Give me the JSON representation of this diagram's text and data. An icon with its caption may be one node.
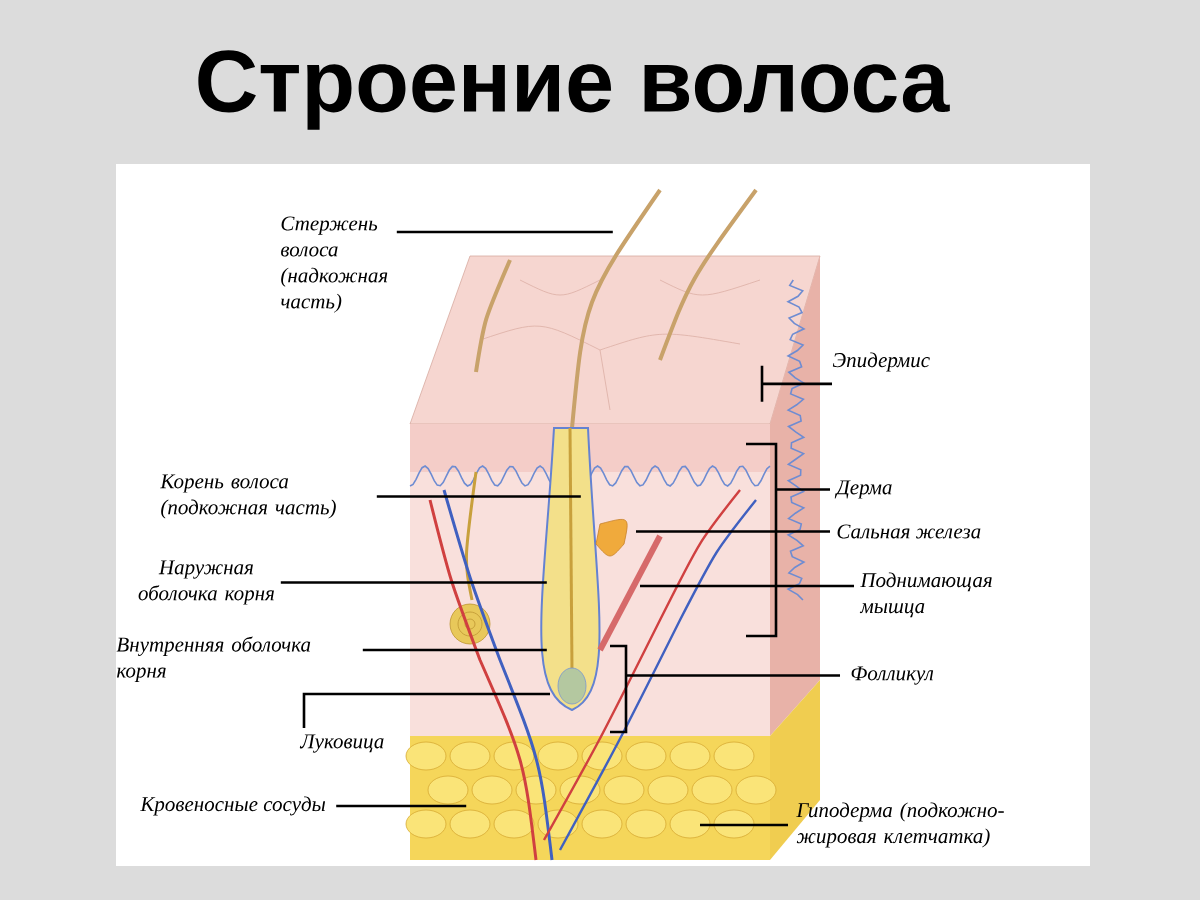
{
  "diagram": {
    "title": "Строение волоса",
    "nodes": [
      {
        "text": [
          "Стержень волоса (надкожная часть)"
        ]
      },
      {
        "text": [
          "Корень волоса (подкожная часть)"
        ]
      },
      {
        "text": [
          "Наружная оболочка корня"
        ]
      },
      {
        "text": [
          "Внутренняя оболочка корня"
        ]
      },
      {
        "text": [
          "Луковица"
        ]
      },
      {
        "text": [
          "Кровеносные сосуды"
        ]
      },
      {
        "text": [
          "Эпидермис"
        ]
      },
      {
        "text": [
          "Дерма"
        ]
      },
      {
        "text": [
          "Сальная железа"
        ]
      },
      {
        "text": [
          "Поднимающая мышца"
        ]
      },
      {
        "text": [
          "Фолликул"
        ]
      },
      {
        "text": [
          "Гиподерма (подкожно-жировая клетчатка)"
        ]
      }
    ],
    "edges": [
      {
        "from": 0,
        "to": null,
        "arrow": "none"
      },
      {
        "from": 1,
        "to": null,
        "arrow": "none"
      },
      {
        "from": 2,
        "to": null,
        "arrow": "none"
      },
      {
        "from": 3,
        "to": null,
        "arrow": "none"
      },
      {
        "from": 4,
        "to": null,
        "arrow": "none"
      },
      {
        "from": 5,
        "to": null,
        "arrow": "none"
      },
      {
        "from": 6,
        "to": null,
        "arrow": "none"
      },
      {
        "from": 7,
        "to": null,
        "arrow": "none"
      },
      {
        "from": 8,
        "to": null,
        "arrow": "none"
      },
      {
        "from": 9,
        "to": null,
        "arrow": "none"
      },
      {
        "from": 10,
        "to": null,
        "arrow": "none"
      },
      {
        "from": 11,
        "to": null,
        "arrow": "none"
      }
    ]
  }
}
